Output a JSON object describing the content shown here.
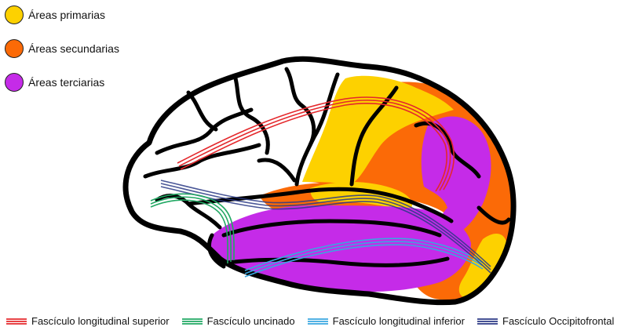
{
  "areas_legend": [
    {
      "label": "Áreas primarias",
      "color": "#fdd100"
    },
    {
      "label": "Áreas secundarias",
      "color": "#fb6a07"
    },
    {
      "label": "Áreas terciarias",
      "color": "#c52be8"
    }
  ],
  "tracts_legend": [
    {
      "label": "Fascículo longitudinal superior",
      "color": "#e4282c"
    },
    {
      "label": "Fascículo uncinado",
      "color": "#21a863"
    },
    {
      "label": "Fascículo longitudinal inferior",
      "color": "#3aa7e0"
    },
    {
      "label": "Fascículo Occipitofrontal",
      "color": "#2b3a86"
    }
  ],
  "outline_color": "#000000"
}
